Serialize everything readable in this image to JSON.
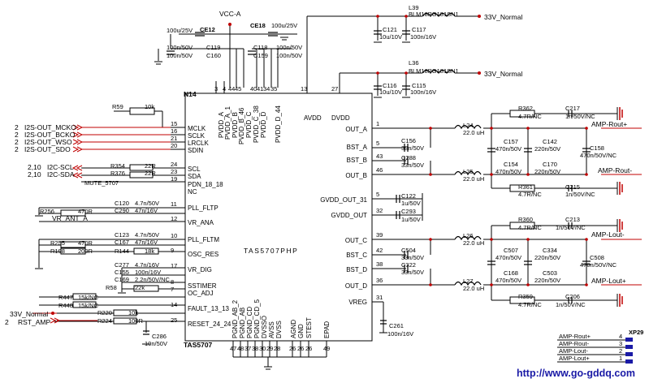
{
  "chip": {
    "ref": "N14",
    "name": "TAS5707PHP",
    "part": "TAS5707",
    "top_pins": [
      {
        "name": "PVDD_A",
        "num": "3"
      },
      {
        "name": "PVDD_A_1",
        "num": "4"
      },
      {
        "name": "PVDD_B",
        "num": "44"
      },
      {
        "name": "PVDD_B_46",
        "num": "45"
      },
      {
        "name": "PVDD_C",
        "num": "40"
      },
      {
        "name": "PVDD_C_38",
        "num": "41"
      },
      {
        "name": "PVDD_D",
        "num": "34"
      },
      {
        "name": "PVDD_D_44",
        "num": "35"
      },
      {
        "name": "AVDD",
        "num": "13"
      },
      {
        "name": "DVDD",
        "num": "27"
      }
    ],
    "left_pins": [
      {
        "name": "MCLK",
        "num": "15"
      },
      {
        "name": "SCLK",
        "num": "16"
      },
      {
        "name": "LRCLK",
        "num": "21"
      },
      {
        "name": "SDIN",
        "num": "20"
      },
      {
        "name": "SCL",
        "num": "24"
      },
      {
        "name": "SDA",
        "num": "23"
      },
      {
        "name": "PDN_18_18",
        "num": "19"
      },
      {
        "name": "NC",
        "num": ""
      },
      {
        "name": "PLL_FLTP",
        "num": "11"
      },
      {
        "name": "VR_ANA",
        "num": "12"
      },
      {
        "name": "PLL_FLTM",
        "num": "10"
      },
      {
        "name": "OSC_RES",
        "num": "9"
      },
      {
        "name": "VR_DIG",
        "num": "17"
      },
      {
        "name": "SSTIMER",
        "num": "8"
      },
      {
        "name": "OC_ADJ",
        "num": "7"
      },
      {
        "name": "FAULT_13_13",
        "num": "14"
      },
      {
        "name": "RESET_24_24",
        "num": "25"
      }
    ],
    "right_pins": [
      {
        "name": "OUT_A",
        "num": "1"
      },
      {
        "name": "BST_A",
        "num": "5"
      },
      {
        "name": "BST_B",
        "num": "43"
      },
      {
        "name": "OUT_B",
        "num": "46"
      },
      {
        "name": "GVDD_OUT_31",
        "num": "5"
      },
      {
        "name": "GVDD_OUT",
        "num": "32"
      },
      {
        "name": "OUT_C",
        "num": "39"
      },
      {
        "name": "BST_C",
        "num": "42"
      },
      {
        "name": "BST_D",
        "num": "38"
      },
      {
        "name": "OUT_D",
        "num": "36"
      },
      {
        "name": "VREG",
        "num": "31"
      }
    ],
    "bottom_pins": [
      {
        "name": "PGND_AB_2",
        "num": "47"
      },
      {
        "name": "PGND_AB",
        "num": "48"
      },
      {
        "name": "PGND_CD",
        "num": "37"
      },
      {
        "name": "PGND_CD_5",
        "num": "38"
      },
      {
        "name": "DVSSO",
        "num": "30"
      },
      {
        "name": "AVSS",
        "num": "29"
      },
      {
        "name": "DVSS",
        "num": "28"
      },
      {
        "name": "AGND",
        "num": "26"
      },
      {
        "name": "GND",
        "num": "26"
      },
      {
        "name": "STEST",
        "num": "26"
      },
      {
        "name": "EPAD",
        "num": "49"
      }
    ]
  },
  "nets": {
    "vcc_a": "VCC-A",
    "v33_normal_1": "33V_Normal",
    "v33_normal_2": "33V_Normal",
    "v33_normal_3": "33V_Normal",
    "rst_amp": "RST_AMP",
    "vr_ant_a": "VR_ANT_A",
    "mute": "MUTE_5707",
    "amp_rout_plus": "AMP-Rout+",
    "amp_rout_minus": "AMP-Rout-",
    "amp_lout_minus": "AMP-Lout-",
    "amp_lout_plus": "AMP-Lout+",
    "i2s_mcko": "I2S-OUT_MCKO",
    "i2s_bcko": "I2S-OUT_BCKO",
    "i2s_wso": "I2S-OUT_WSO",
    "i2s_sdo": "I2S-OUT_SDO",
    "i2c_scl": "I2C-SCL",
    "i2c_sda": "I2C-SDA"
  },
  "offpage": {
    "i2s_1": "2",
    "i2s_2": "2",
    "i2s_3": "2",
    "i2s_4": "2",
    "i2c_1": "2,10",
    "i2c_2": "2,10",
    "rst": "2"
  },
  "components": {
    "ce12": {
      "ref": "CE12",
      "val": "100u/25V"
    },
    "ce18": {
      "ref": "CE18",
      "val": "100u/25V"
    },
    "c119": {
      "ref": "C119",
      "val": "100n/50V"
    },
    "c160": {
      "ref": "C160",
      "val": "100n/50V"
    },
    "c118": {
      "ref": "C118",
      "val": "100n/50V"
    },
    "c159": {
      "ref": "C159",
      "val": "100n/50V"
    },
    "l39": {
      "ref": "L39",
      "val": "BLM18PG181SN1"
    },
    "l36": {
      "ref": "L36",
      "val": "BLM18PG181SN1"
    },
    "c121": {
      "ref": "C121",
      "val": "10u/10V"
    },
    "c117": {
      "ref": "C117",
      "val": "100n/16V"
    },
    "c116": {
      "ref": "C116",
      "val": "10u/10V"
    },
    "c115": {
      "ref": "C115",
      "val": "100n/16V"
    },
    "r59": {
      "ref": "R59",
      "val": "10k"
    },
    "r354": {
      "ref": "R354",
      "val": "22R"
    },
    "r376": {
      "ref": "R376",
      "val": "22R"
    },
    "c120": {
      "ref": "C120",
      "val": "4.7n/50V"
    },
    "c290": {
      "ref": "C290",
      "val": "47n/16V"
    },
    "r256": {
      "ref": "R256",
      "val": "470R"
    },
    "c123": {
      "ref": "C123",
      "val": "4.7n/50V"
    },
    "c167": {
      "ref": "C167",
      "val": "47n/16V"
    },
    "r255": {
      "ref": "R255",
      "val": "470R"
    },
    "r198": {
      "ref": "R198",
      "val": "200R"
    },
    "r144": {
      "ref": "R144",
      "val": "18k"
    },
    "c277": {
      "ref": "C277",
      "val": "4.7n/16V"
    },
    "c155": {
      "ref": "C155",
      "val": "100n/16V"
    },
    "c169": {
      "ref": "C169",
      "val": "2.2n/50V/NC"
    },
    "r58": {
      "ref": "R58",
      "val": "22k"
    },
    "r447": {
      "ref": "R447",
      "val": "15k/NC"
    },
    "r448": {
      "ref": "R448",
      "val": "15k/NC"
    },
    "r220": {
      "ref": "R220",
      "val": "10k"
    },
    "r224": {
      "ref": "R224",
      "val": "100R"
    },
    "c286": {
      "ref": "C286",
      "val": "10n/50V"
    },
    "c261": {
      "ref": "C261",
      "val": "100n/16V"
    },
    "c156": {
      "ref": "C156",
      "val": "33n/50V"
    },
    "c288": {
      "ref": "C288",
      "val": "33n/50V"
    },
    "c122": {
      "ref": "C122",
      "val": "1u/50V"
    },
    "c293": {
      "ref": "C293",
      "val": "1u/50V"
    },
    "c504": {
      "ref": "C504",
      "val": "33n/50V"
    },
    "c322": {
      "ref": "C322",
      "val": "33n/50V"
    },
    "l24": {
      "ref": "L24",
      "val": "22.0 uH"
    },
    "l25": {
      "ref": "L25",
      "val": "22.0 uH"
    },
    "l26": {
      "ref": "L26",
      "val": "22.0 uH"
    },
    "l27": {
      "ref": "L27",
      "val": "22.0 uH"
    },
    "r362": {
      "ref": "R362",
      "val": "4.7R/NC"
    },
    "c217": {
      "ref": "C217",
      "val": "1n/50V/NC"
    },
    "c157": {
      "ref": "C157",
      "val": "470n/50V"
    },
    "c142": {
      "ref": "C142",
      "val": "220n/50V"
    },
    "c158": {
      "ref": "C158",
      "val": "470n/50V/NC"
    },
    "c154": {
      "ref": "C154",
      "val": "470n/50V"
    },
    "c170": {
      "ref": "C170",
      "val": "220n/50V"
    },
    "r361": {
      "ref": "R361",
      "val": "4.7R/NC"
    },
    "c215": {
      "ref": "C215",
      "val": "1n/50V/NC"
    },
    "r360": {
      "ref": "R360",
      "val": "4.7R/NC"
    },
    "c213": {
      "ref": "C213",
      "val": "1n/50V/NC"
    },
    "c507": {
      "ref": "C507",
      "val": "470n/50V"
    },
    "c334": {
      "ref": "C334",
      "val": "220n/50V"
    },
    "c508": {
      "ref": "C508",
      "val": "470n/50V/NC"
    },
    "c168": {
      "ref": "C168",
      "val": "470n/50V"
    },
    "c503": {
      "ref": "C503",
      "val": "220n/50V"
    },
    "r359": {
      "ref": "R359",
      "val": "4.7R/NC"
    },
    "c206": {
      "ref": "C206",
      "val": "1n/50V/NC"
    }
  },
  "connector": {
    "ref": "XP29",
    "pins": [
      {
        "net": "AMP-Rout+",
        "num": "4"
      },
      {
        "net": "AMP-Rout-",
        "num": "3"
      },
      {
        "net": "AMP-Lout-",
        "num": "2"
      },
      {
        "net": "AMP-Lout+",
        "num": "1"
      }
    ]
  },
  "watermark": "http://www.go-gddq.com",
  "colors": {
    "net_label": "#c00000",
    "wire": "#000000",
    "power": "#c00000",
    "connector": "#1a1aa6"
  }
}
